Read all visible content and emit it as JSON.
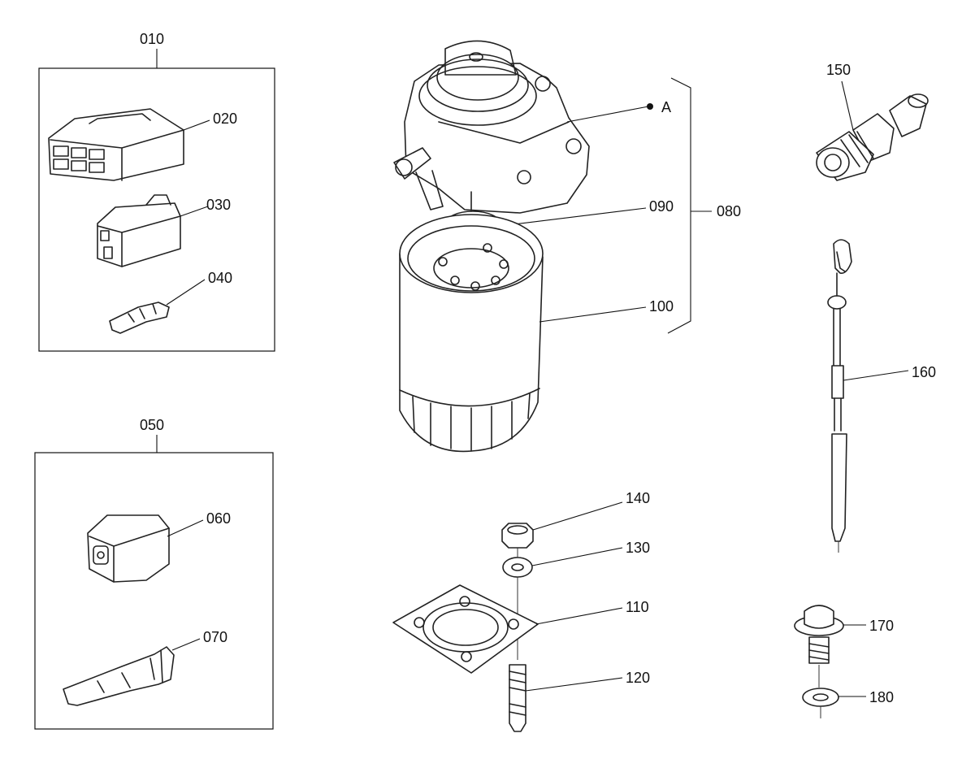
{
  "labels": {
    "p010": "010",
    "p020": "020",
    "p030": "030",
    "p040": "040",
    "p050": "050",
    "p060": "060",
    "p070": "070",
    "p080": "080",
    "p090": "090",
    "p100": "100",
    "p110": "110",
    "p120": "120",
    "p130": "130",
    "p140": "140",
    "p150": "150",
    "p160": "160",
    "p170": "170",
    "p180": "180",
    "pointA": "A"
  },
  "colors": {
    "line": "#111111",
    "background": "#ffffff"
  }
}
